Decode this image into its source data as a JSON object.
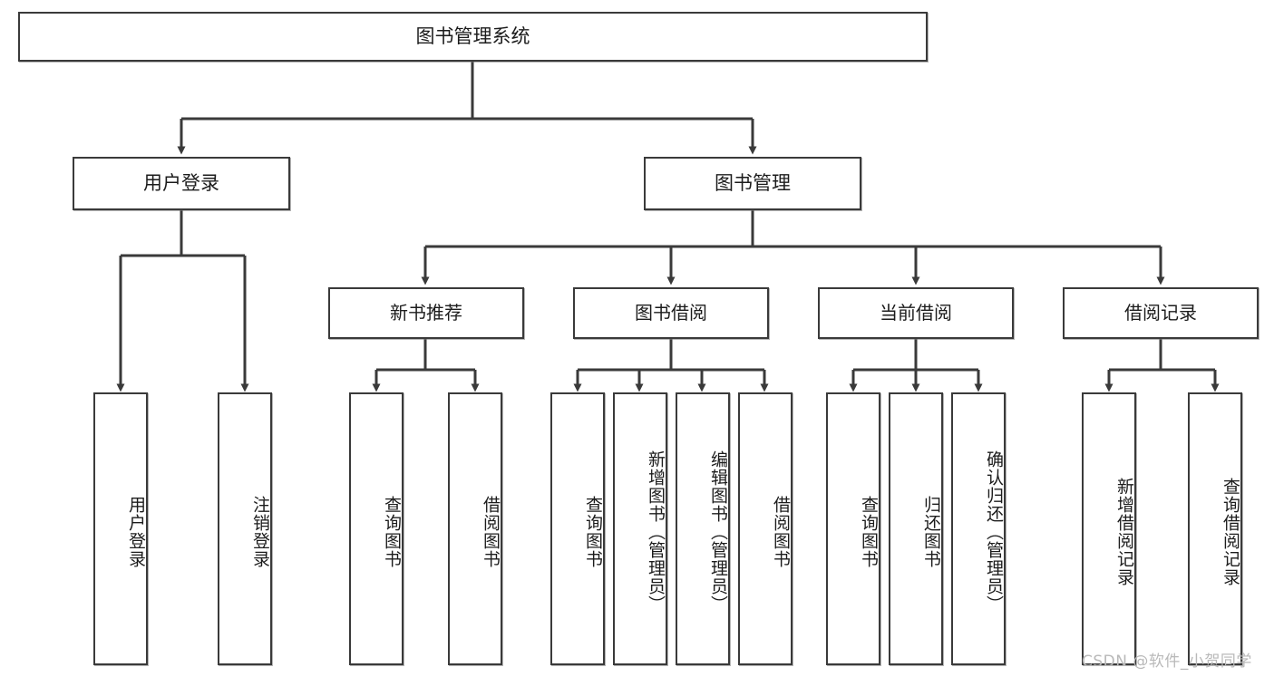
{
  "diagram": {
    "title": "图书管理系统",
    "watermark": "CSDN @软件_小贺同学",
    "line_color": "#3a3a3a",
    "box_fill": "#ffffff",
    "text_color": "#1c1c1c",
    "watermark_color": "#b9b9b9",
    "root": {
      "label": "图书管理系统"
    },
    "level2": [
      {
        "label": "用户登录"
      },
      {
        "label": "图书管理"
      }
    ],
    "level3": [
      {
        "label": "新书推荐"
      },
      {
        "label": "图书借阅"
      },
      {
        "label": "当前借阅"
      },
      {
        "label": "借阅记录"
      }
    ],
    "leaves": {
      "user_login": [
        {
          "label": "用户登录"
        },
        {
          "label": "注销登录"
        }
      ],
      "new_book_recommend": [
        {
          "label": "查询图书"
        },
        {
          "label": "借阅图书"
        }
      ],
      "book_borrow": [
        {
          "label": "查询图书"
        },
        {
          "label": "新增图书（管理员）"
        },
        {
          "label": "编辑图书（管理员）"
        },
        {
          "label": "借阅图书"
        }
      ],
      "current_borrow": [
        {
          "label": "查询图书"
        },
        {
          "label": "归还图书"
        },
        {
          "label": "确认归还（管理员）"
        }
      ],
      "borrow_record": [
        {
          "label": "新增借阅记录"
        },
        {
          "label": "查询借阅记录"
        }
      ]
    }
  }
}
